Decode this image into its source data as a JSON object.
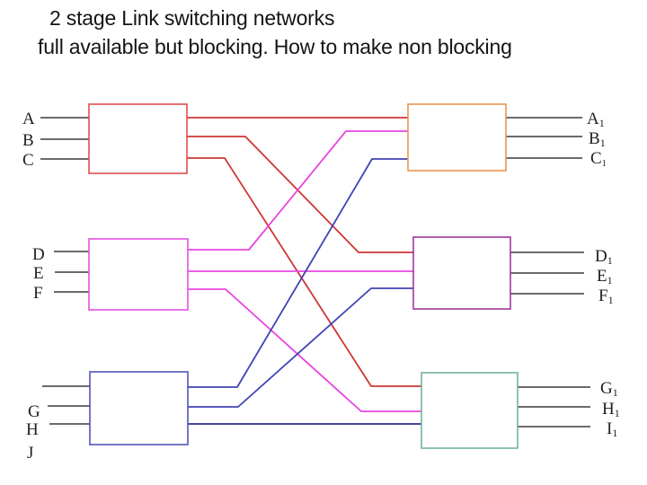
{
  "title": {
    "line1": "2 stage Link switching networks",
    "line2": "full available but blocking. How to make non blocking"
  },
  "colors": {
    "background": "#ffffff",
    "title_text": "#141414",
    "label_text": "#222222",
    "io_line": "#3a3a3a",
    "red_link": "#cf3636",
    "magenta_link": "#e845e0",
    "blue_link": "#4043b4",
    "blue_link_dark": "#2e2e90",
    "boxes": {
      "left_top": "#e04f4f",
      "left_middle": "#e353e3",
      "left_bottom": "#5353bb",
      "right_top": "#e8964f",
      "right_middle": "#a136a1",
      "right_bottom": "#74b495"
    }
  },
  "inputs": {
    "group1": [
      "A",
      "B",
      "C"
    ],
    "group2": [
      "D",
      "E",
      "F"
    ],
    "group3": [
      "G",
      "H",
      "J"
    ]
  },
  "outputs": {
    "group1": [
      {
        "base": "A",
        "sub": "1"
      },
      {
        "base": "B",
        "sub": "1"
      },
      {
        "base": "C",
        "sub": "1"
      }
    ],
    "group2": [
      {
        "base": "D",
        "sub": "1"
      },
      {
        "base": "E",
        "sub": "1"
      },
      {
        "base": "F",
        "sub": "1"
      }
    ],
    "group3": [
      {
        "base": "G",
        "sub": "1"
      },
      {
        "base": "H",
        "sub": "1"
      },
      {
        "base": "I",
        "sub": "1"
      }
    ]
  }
}
